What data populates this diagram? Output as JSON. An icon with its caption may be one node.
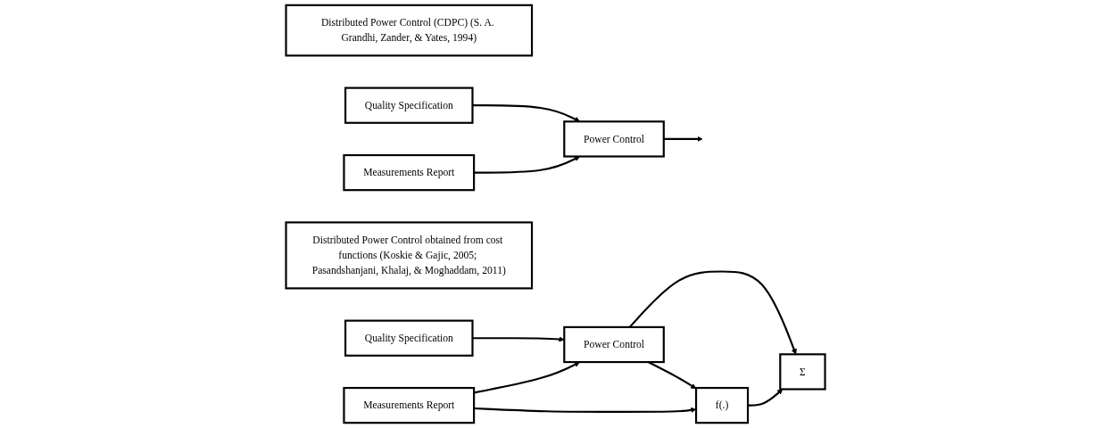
{
  "diagram": {
    "nodes": [
      {
        "text": [
          "Distributed Power Control (CDPC) (S. A. Grandhi, Zander, & Yates, 1994)"
        ]
      },
      {
        "text": [
          "Quality Specification"
        ]
      },
      {
        "text": [
          "Power Control"
        ]
      },
      {
        "text": [
          "Measurements Report"
        ]
      },
      {
        "text": [
          "Distributed Power Control obtained from cost functions (Koskie & Gajic, 2005; Pasandshanjani, Khalaj, & Moghaddam, 2011)"
        ]
      },
      {
        "text": [
          "Quality Specification"
        ]
      },
      {
        "text": [
          "Power Control"
        ]
      },
      {
        "text": [
          "Σ"
        ]
      },
      {
        "text": [
          "f(.)"
        ]
      },
      {
        "text": [
          "Measurements Report"
        ]
      }
    ],
    "edges": [
      {
        "from": 1,
        "to": 2,
        "arrow": "to"
      },
      {
        "from": 2,
        "to": null,
        "arrow": "to"
      },
      {
        "from": 3,
        "to": 2,
        "arrow": "to"
      },
      {
        "from": 5,
        "to": 6,
        "arrow": "to"
      },
      {
        "from": 6,
        "to": 7,
        "arrow": "to"
      },
      {
        "from": 6,
        "to": 8,
        "arrow": "to"
      },
      {
        "from": 9,
        "to": 6,
        "arrow": "to"
      },
      {
        "from": 9,
        "to": 8,
        "arrow": "to"
      },
      {
        "from": 8,
        "to": 7,
        "arrow": "to"
      }
    ]
  }
}
